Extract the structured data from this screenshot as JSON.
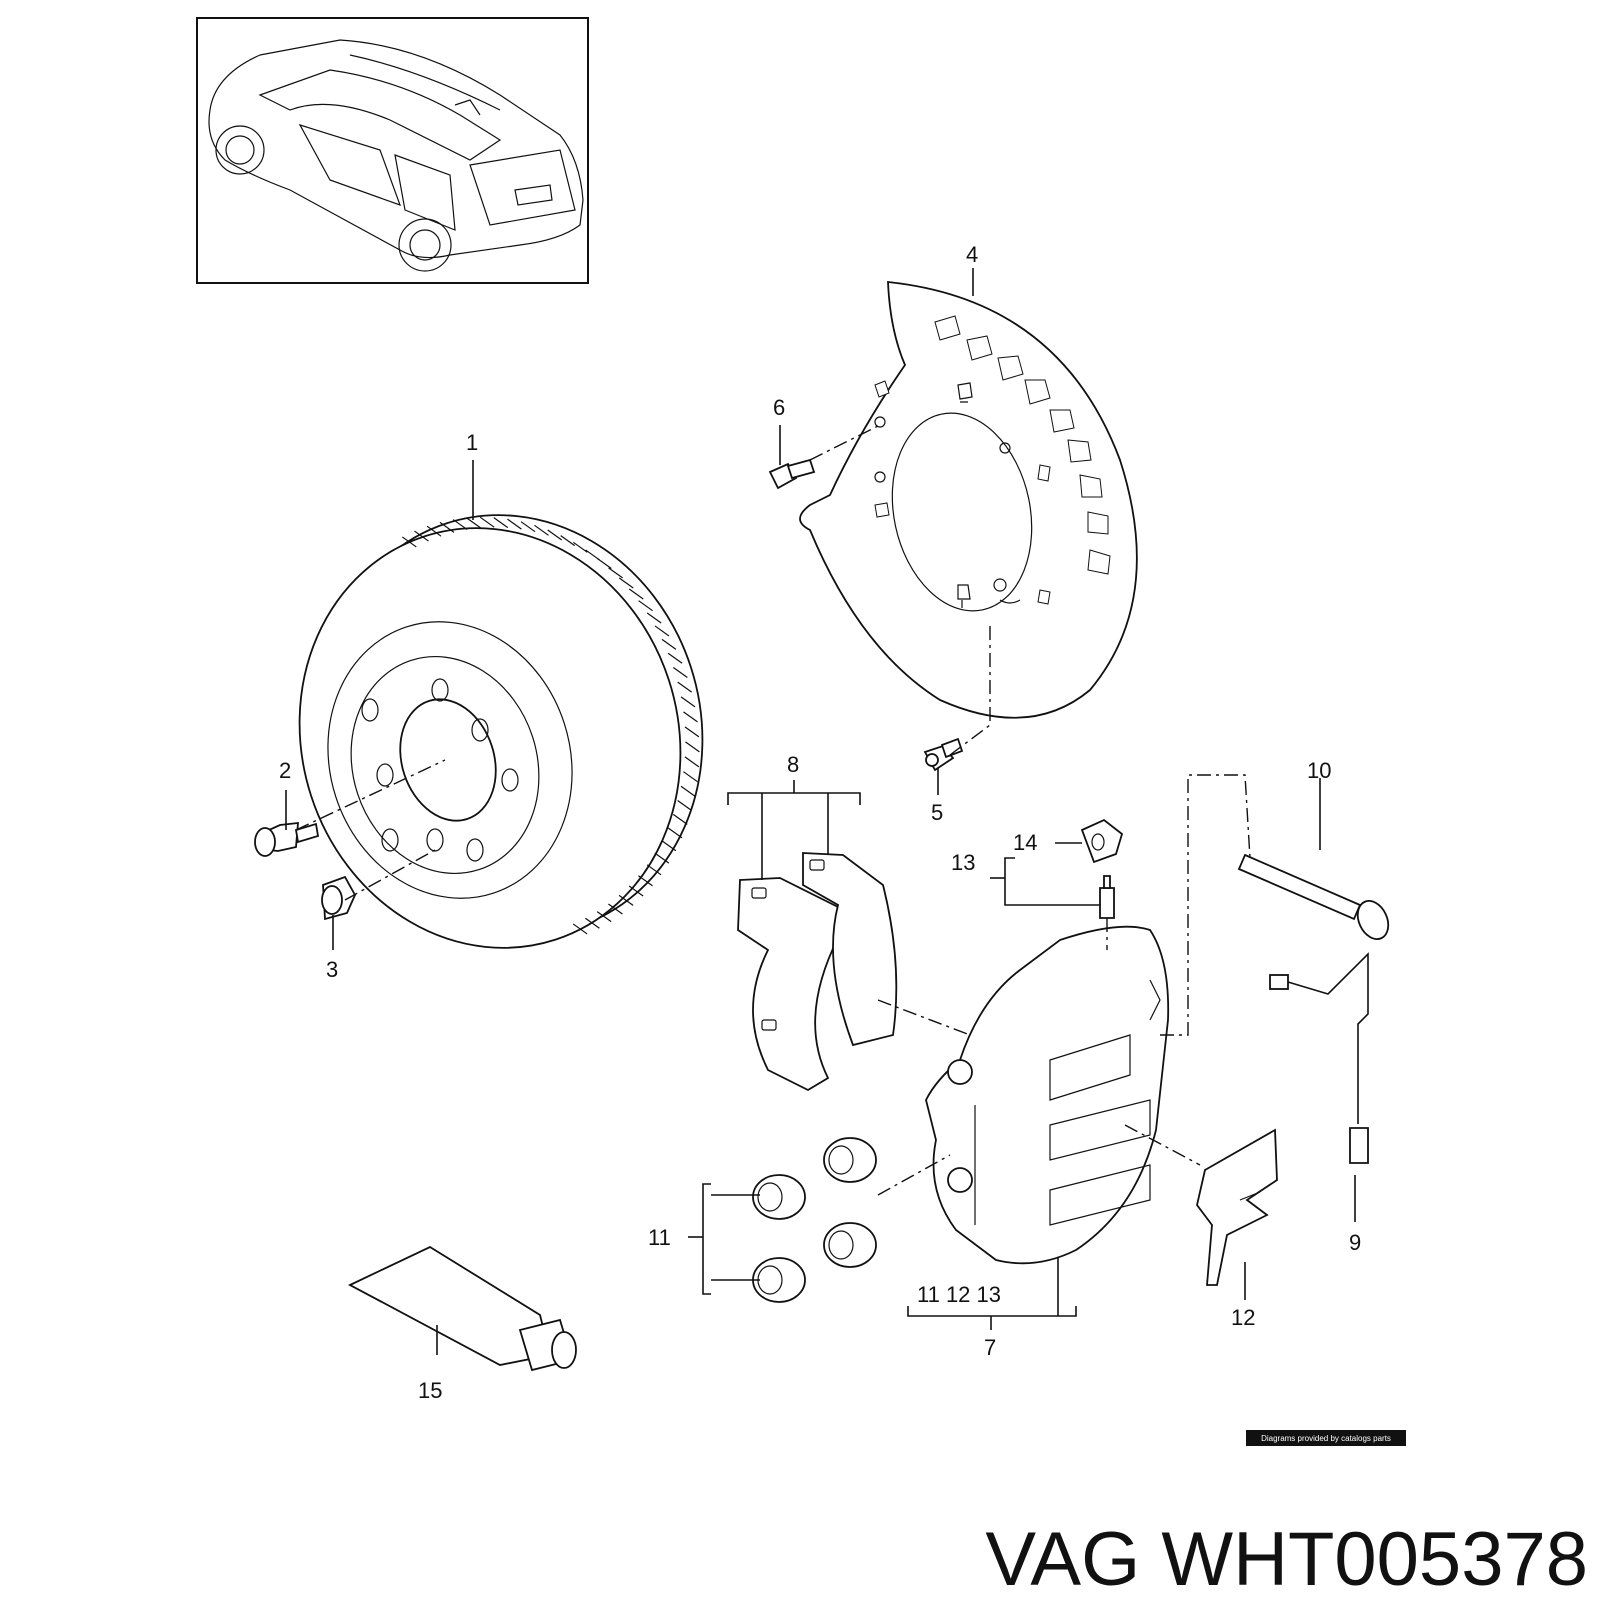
{
  "callouts": {
    "c1": "1",
    "c2": "2",
    "c3": "3",
    "c4": "4",
    "c5": "5",
    "c6": "6",
    "c7": "7",
    "c8": "8",
    "c9": "9",
    "c10": "10",
    "c11": "11",
    "c12": "12",
    "c13": "13",
    "c14": "14",
    "c15": "15",
    "c7_sub": "11 12 13"
  },
  "credit": "Diagrams provided by catalogs parts",
  "caption": "VAG WHT005378",
  "icons": {
    "inset": "vehicle-thumbnail-icon"
  }
}
